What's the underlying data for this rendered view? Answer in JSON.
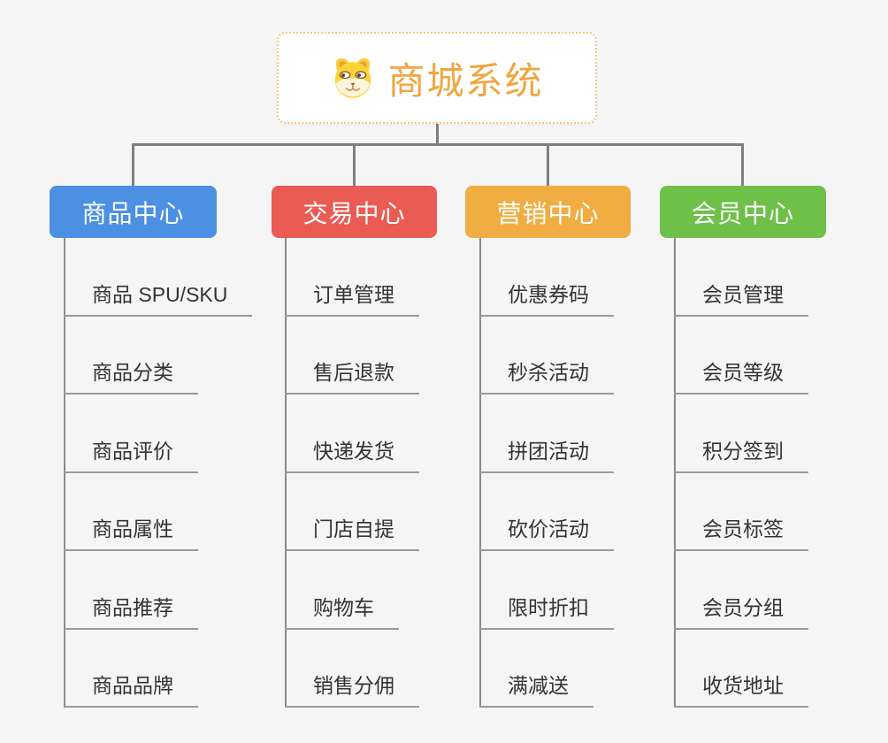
{
  "root": {
    "title": "商城系统",
    "icon": "dog-face-icon"
  },
  "branches": [
    {
      "label": "商品中心",
      "color": "#4B90E2",
      "children": [
        "商品 SPU/SKU",
        "商品分类",
        "商品评价",
        "商品属性",
        "商品推荐",
        "商品品牌"
      ]
    },
    {
      "label": "交易中心",
      "color": "#E95B53",
      "children": [
        "订单管理",
        "售后退款",
        "快递发货",
        "门店自提",
        "购物车",
        "销售分佣"
      ]
    },
    {
      "label": "营销中心",
      "color": "#EFAD42",
      "children": [
        "优惠券码",
        "秒杀活动",
        "拼团活动",
        "砍价活动",
        "限时折扣",
        "满减送"
      ]
    },
    {
      "label": "会员中心",
      "color": "#6EC049",
      "children": [
        "会员管理",
        "会员等级",
        "积分签到",
        "会员标签",
        "会员分组",
        "收货地址"
      ]
    }
  ],
  "colors": {
    "background": "#F5F5F5",
    "root_text": "#F0A640",
    "root_border": "#F4C87F",
    "item_text": "#333333",
    "connector": "#7F7F7F"
  }
}
